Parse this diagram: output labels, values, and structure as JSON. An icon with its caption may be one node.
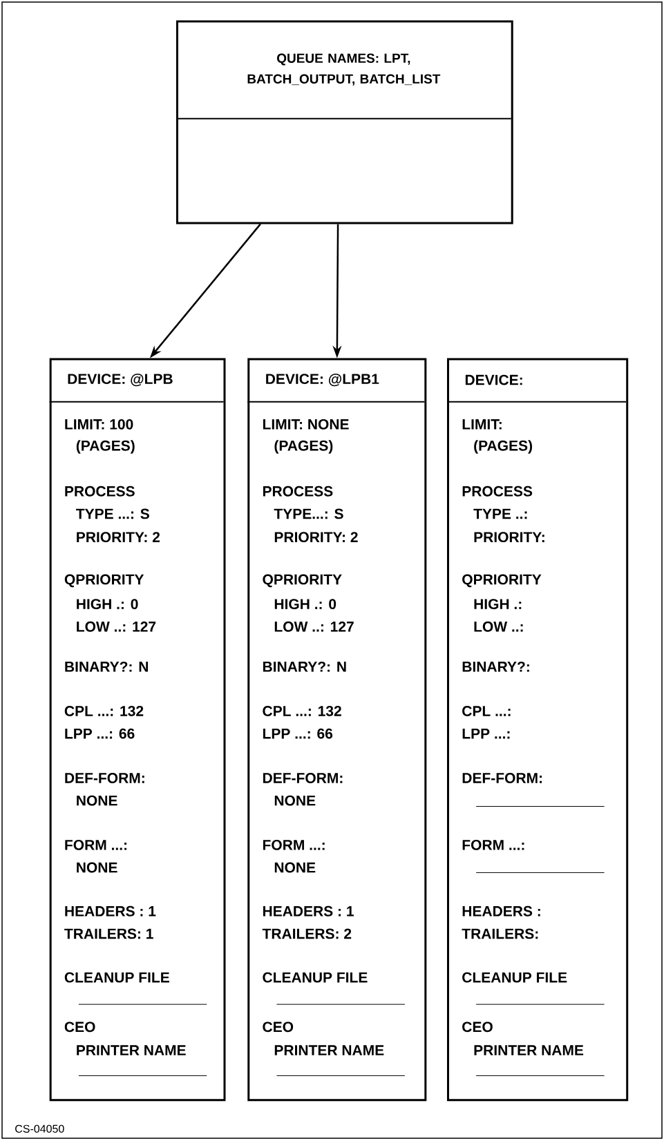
{
  "diagram": {
    "nodes": [
      {
        "text": [
          "QUEUE NAMES: LPT, BATCH_OUTPUT, BATCH_LIST"
        ]
      },
      {
        "text": [
          "DEVICE: @LPB",
          "LIMIT: 100",
          "(PAGES)",
          "PROCESS",
          "TYPE ...: S",
          "PRIORITY: 2",
          "QPRIORITY",
          "HIGH .: 0",
          "LOW ..: 127",
          "BINARY?: N",
          "CPL ...: 132",
          "LPP ...: 66",
          "DEF-FORM:",
          "NONE",
          "FORM ...:",
          "NONE",
          "HEADERS : 1",
          "TRAILERS: 1",
          "CLEANUP FILE",
          "CEO",
          "PRINTER NAME"
        ]
      },
      {
        "text": [
          "DEVICE: @LPB1",
          "LIMIT: NONE",
          "(PAGES)",
          "PROCESS",
          "TYPE...: S",
          "PRIORITY: 2",
          "QPRIORITY",
          "HIGH .: 0",
          "LOW ..: 127",
          "BINARY?: N",
          "CPL ...: 132",
          "LPP ...: 66",
          "DEF-FORM:",
          "NONE",
          "FORM ...:",
          "NONE",
          "HEADERS : 1",
          "TRAILERS: 2",
          "CLEANUP FILE",
          "CEO",
          "PRINTER NAME"
        ]
      },
      {
        "text": [
          "DEVICE:",
          "LIMIT:",
          "(PAGES)",
          "PROCESS",
          "TYPE ..:",
          "PRIORITY:",
          "QPRIORITY",
          "HIGH .:",
          "LOW ..:",
          "BINARY?:",
          "CPL ...:",
          "LPP ...:",
          "DEF-FORM:",
          "FORM ...:",
          "HEADERS :",
          "TRAILERS:",
          "CLEANUP FILE",
          "CEO",
          "PRINTER NAME"
        ]
      }
    ],
    "edges": [
      {
        "from": 0,
        "to": 1,
        "arrow": "to"
      },
      {
        "from": 0,
        "to": 2,
        "arrow": "to"
      }
    ],
    "labels": [
      "CS-04050"
    ]
  }
}
